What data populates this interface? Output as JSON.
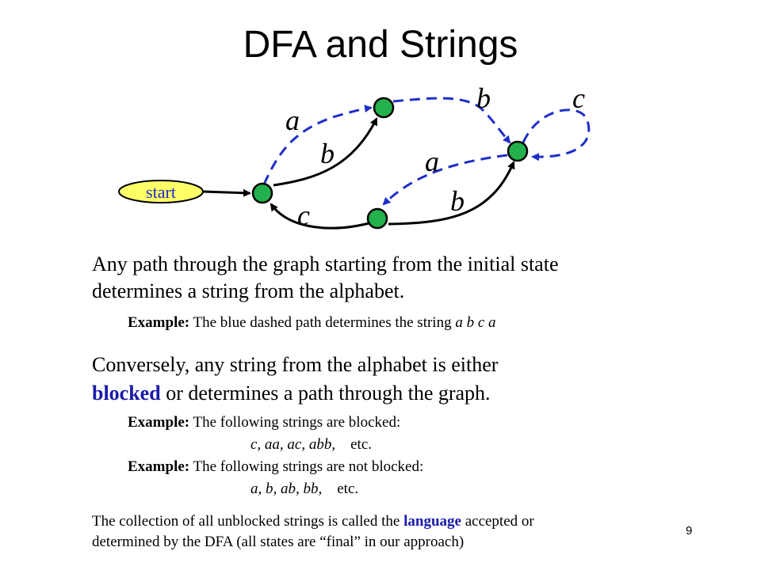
{
  "slide": {
    "title": "DFA and Strings",
    "page_number": "9"
  },
  "diagram": {
    "start_label": "start",
    "edge_labels": {
      "a_top": "a",
      "b_upper": "b",
      "b_top_right": "b",
      "c_loop": "c",
      "a_middle": "a",
      "b_lower": "b",
      "c_lower": "c"
    },
    "colors": {
      "state_fill": "#22b14c",
      "start_fill": "#ffff66",
      "dashed_path": "#1f2fc8",
      "solid_path": "#000000"
    }
  },
  "paragraph1": {
    "line1": "Any path through the graph starting from the initial state",
    "line2": "determines a string from the alphabet.",
    "example_label": "Example:",
    "example_text": " The blue dashed path determines the string  ",
    "example_string": "a b c a"
  },
  "paragraph2": {
    "line1": "Conversely, any string from the alphabet is either",
    "blocked_word": "blocked",
    "line2_rest": " or determines a path through the graph.",
    "example1_label": "Example:",
    "example1_text": " The following strings are blocked:",
    "example1_list": "c,  aa, ac, abb,",
    "example1_etc": "etc.",
    "example2_label": "Example:",
    "example2_text": " The following strings are not blocked:",
    "example2_list": "a,  b, ab, bb,",
    "example2_etc": "etc."
  },
  "footer": {
    "line1_before": "The collection of all unblocked strings is called the ",
    "language_word": "language",
    "line1_after": " accepted or",
    "line2": "determined by the DFA  (all states are “final” in our approach)"
  }
}
